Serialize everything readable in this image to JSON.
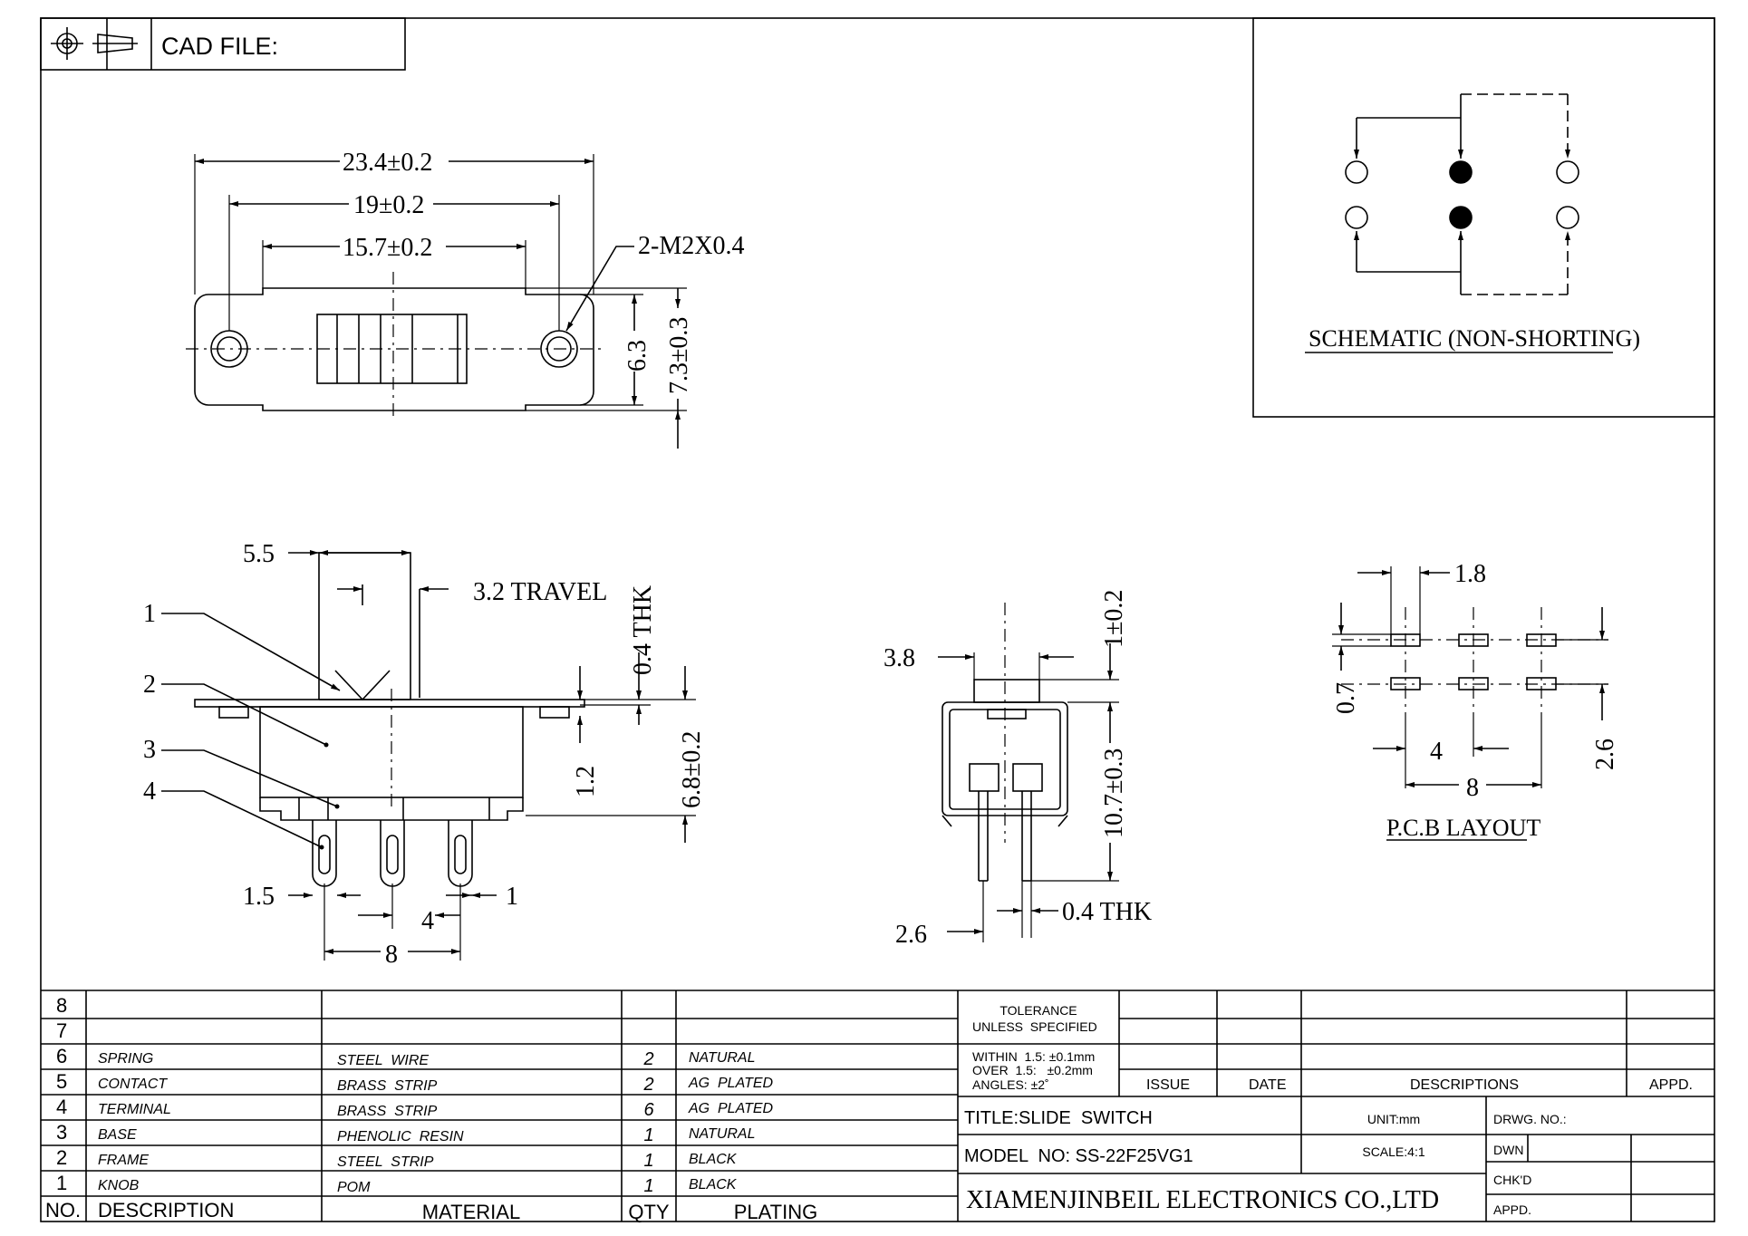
{
  "header": {
    "cad_label": "CAD FILE:"
  },
  "top_view": {
    "dim_overall": "23.4±0.2",
    "dim_holes": "19±0.2",
    "dim_body": "15.7±0.2",
    "screw_callout": "2-M2X0.4",
    "dim_height_inner": "6.3",
    "dim_height_outer": "7.3±0.3"
  },
  "side_view": {
    "dim_knob": "5.5",
    "travel": "3.2 TRAVEL",
    "thk_top": "0.4 THK",
    "dim_frame": "1.2",
    "dim_height": "6.8±0.2",
    "dim_pin_offset": "1.5",
    "dim_pitch": "4",
    "dim_pin_width": "1",
    "dim_span": "8",
    "callouts": [
      "1",
      "2",
      "3",
      "4"
    ]
  },
  "end_view": {
    "dim_width": "3.8",
    "dim_top": "1±0.2",
    "dim_height": "10.7±0.3",
    "dim_pin": "2.6",
    "thk": "0.4 THK"
  },
  "schematic": {
    "title": "SCHEMATIC (NON-SHORTING)"
  },
  "pcb": {
    "title": "P.C.B LAYOUT",
    "dim_pad": "1.8",
    "dim_row": "0.7",
    "dim_pitch": "4",
    "dim_span": "8",
    "dim_rows": "2.6"
  },
  "bom": {
    "headers": {
      "no": "NO.",
      "description": "DESCRIPTION",
      "material": "MATERIAL",
      "qty": "QTY",
      "plating": "PLATING"
    },
    "rows": [
      {
        "no": "8",
        "description": "",
        "material": "",
        "qty": "",
        "plating": ""
      },
      {
        "no": "7",
        "description": "",
        "material": "",
        "qty": "",
        "plating": ""
      },
      {
        "no": "6",
        "description": "SPRING",
        "material": "STEEL  WIRE",
        "qty": "2",
        "plating": "NATURAL"
      },
      {
        "no": "5",
        "description": "CONTACT",
        "material": "BRASS  STRIP",
        "qty": "2",
        "plating": "AG  PLATED"
      },
      {
        "no": "4",
        "description": "TERMINAL",
        "material": "BRASS  STRIP",
        "qty": "6",
        "plating": "AG  PLATED"
      },
      {
        "no": "3",
        "description": "BASE",
        "material": "PHENOLIC  RESIN",
        "qty": "1",
        "plating": "NATURAL"
      },
      {
        "no": "2",
        "description": "FRAME",
        "material": "STEEL  STRIP",
        "qty": "1",
        "plating": "BLACK"
      },
      {
        "no": "1",
        "description": "KNOB",
        "material": "POM",
        "qty": "1",
        "plating": "BLACK"
      }
    ]
  },
  "title_block": {
    "tolerance_line1": "TOLERANCE",
    "tolerance_line2": "UNLESS  SPECIFIED",
    "within": "WITHIN  1.5: ±0.1mm",
    "over": "OVER  1.5:   ±0.2mm",
    "angles": "ANGLES: ±2˚",
    "issue": "ISSUE",
    "date": "DATE",
    "descriptions": "DESCRIPTIONS",
    "appd_col": "APPD.",
    "title": "TITLE:SLIDE  SWITCH",
    "model": "MODEL  NO: SS-22F25VG1",
    "unit": "UNIT:mm",
    "scale": "SCALE:4:1",
    "drwg_no": "DRWG. NO.:",
    "dwn": "DWN",
    "chkd": "CHK'D",
    "appd": "APPD.",
    "company": "XIAMENJINBEIL ELECTRONICS CO.,LTD"
  }
}
